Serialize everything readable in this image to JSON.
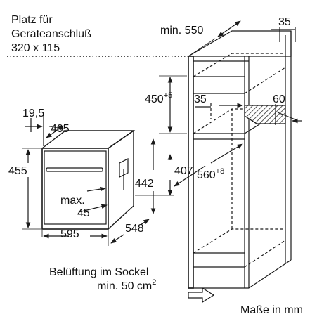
{
  "colors": {
    "line": "#1a1a1a",
    "hatch": "#6f6f6f",
    "background": "#ffffff"
  },
  "labels": {
    "platz_line1": "Platz für",
    "platz_line2": "Geräteanschluß",
    "platz_line3": "320 x 115",
    "min550": "min. 550",
    "d35_top": "35",
    "d450": "450",
    "d450_sup": "+5",
    "d35_inner": "35",
    "d60": "60",
    "d19_5": "19,5",
    "d405": "405",
    "d455": "455",
    "d442": "442",
    "d407": "407",
    "max": "max.",
    "d45": "45",
    "d595": "595",
    "d548": "548",
    "d560": "560",
    "d560_sup": "+8",
    "belueftung1": "Belüftung im Sockel",
    "belueftung2": "min. 50 cm",
    "belueftung2_sup": "2",
    "masse": "Maße in mm"
  }
}
